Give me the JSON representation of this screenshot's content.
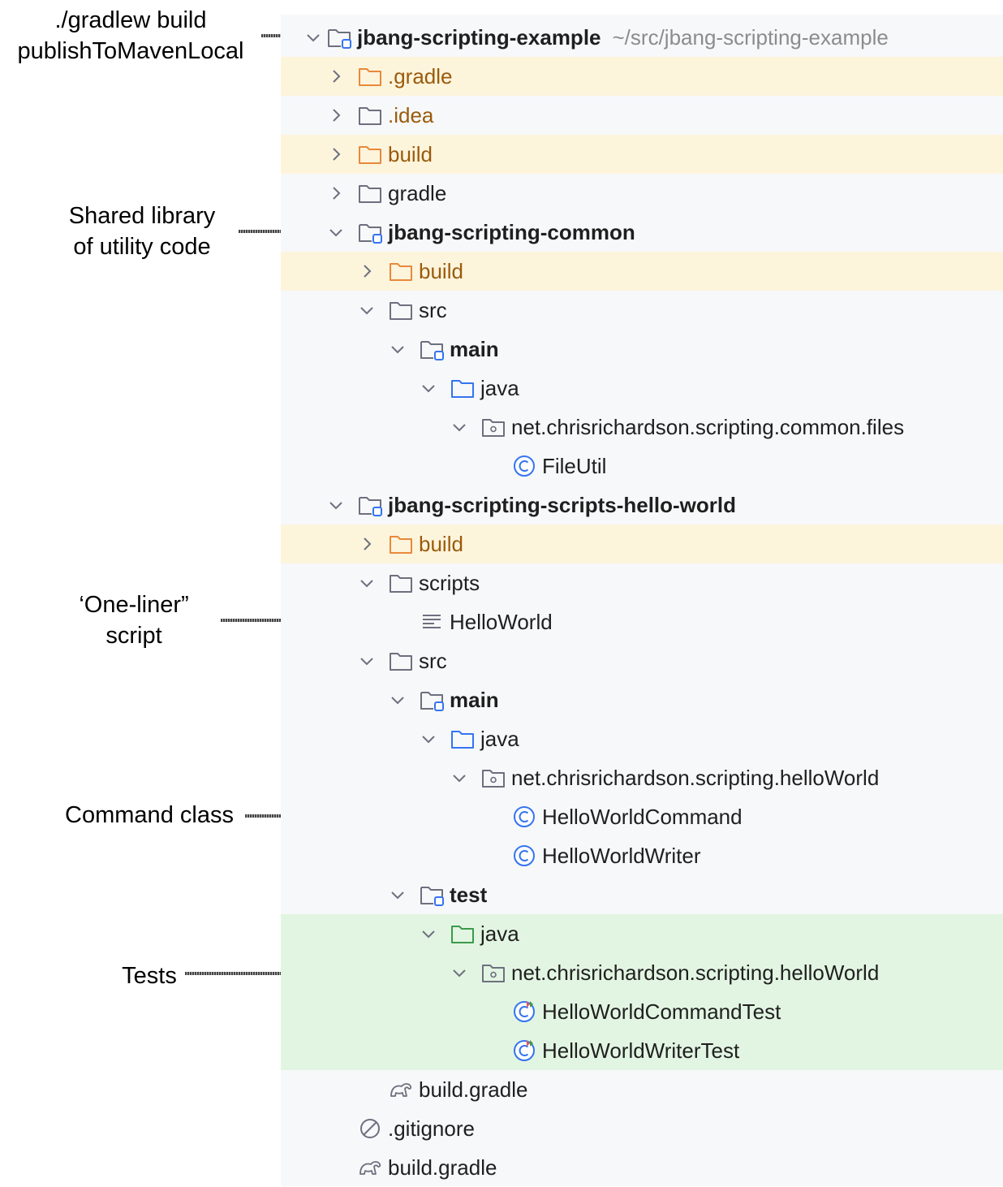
{
  "annotations": {
    "build_cmd_line1": "./gradlew build",
    "build_cmd_line2": "publishToMavenLocal",
    "shared_line1": "Shared library",
    "shared_line2": "of utility code",
    "oneliner_line1": "‘One-liner”",
    "oneliner_line2": "script",
    "command": "Command class",
    "tests": "Tests"
  },
  "tree": {
    "root_name": "jbang-scripting-example",
    "root_path": "~/src/jbang-scripting-example",
    "gradle_dir": ".gradle",
    "idea_dir": ".idea",
    "build_dir": "build",
    "gradle_folder": "gradle",
    "common_module": "jbang-scripting-common",
    "common_build": "build",
    "common_src": "src",
    "common_main": "main",
    "common_java": "java",
    "common_pkg": "net.chrisrichardson.scripting.common.files",
    "common_fileutil": "FileUtil",
    "hello_module": "jbang-scripting-scripts-hello-world",
    "hello_build": "build",
    "hello_scripts": "scripts",
    "hello_script_file": "HelloWorld",
    "hello_src": "src",
    "hello_main": "main",
    "hello_main_java": "java",
    "hello_main_pkg": "net.chrisrichardson.scripting.helloWorld",
    "hello_command": "HelloWorldCommand",
    "hello_writer": "HelloWorldWriter",
    "hello_test": "test",
    "hello_test_java": "java",
    "hello_test_pkg": "net.chrisrichardson.scripting.helloWorld",
    "hello_command_test": "HelloWorldCommandTest",
    "hello_writer_test": "HelloWorldWriterTest",
    "hello_build_gradle": "build.gradle",
    "gitignore": ".gitignore",
    "root_build_gradle": "build.gradle"
  },
  "colors": {
    "excluded_bg": "#fdf4dc",
    "test_bg": "#e2f5e2",
    "excluded_folder": "#e8893a",
    "test_folder": "#3c9a4a",
    "source_folder": "#3574f0",
    "class_icon": "#3574f0"
  }
}
